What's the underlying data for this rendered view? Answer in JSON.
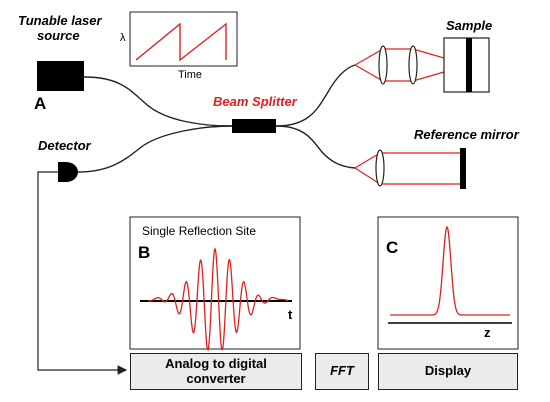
{
  "labels": {
    "tunable_laser_line1": "Tunable laser",
    "tunable_laser_line2": "source",
    "label_a": "A",
    "sweep_y_axis": "λ",
    "sweep_x_axis": "Time",
    "beam_splitter": "Beam Splitter",
    "sample": "Sample",
    "reference_mirror": "Reference mirror",
    "detector": "Detector"
  },
  "panel_b": {
    "letter": "B",
    "title": "Single Reflection Site",
    "axis": "t"
  },
  "panel_c": {
    "letter": "C",
    "axis": "z"
  },
  "processing": {
    "adc_line1": "Analog to digital",
    "adc_line2": "converter",
    "fft": "FFT",
    "display": "Display"
  },
  "colors": {
    "beam": "#e02020",
    "fiber": "#222222",
    "panel_bg": "#ebebeb"
  }
}
